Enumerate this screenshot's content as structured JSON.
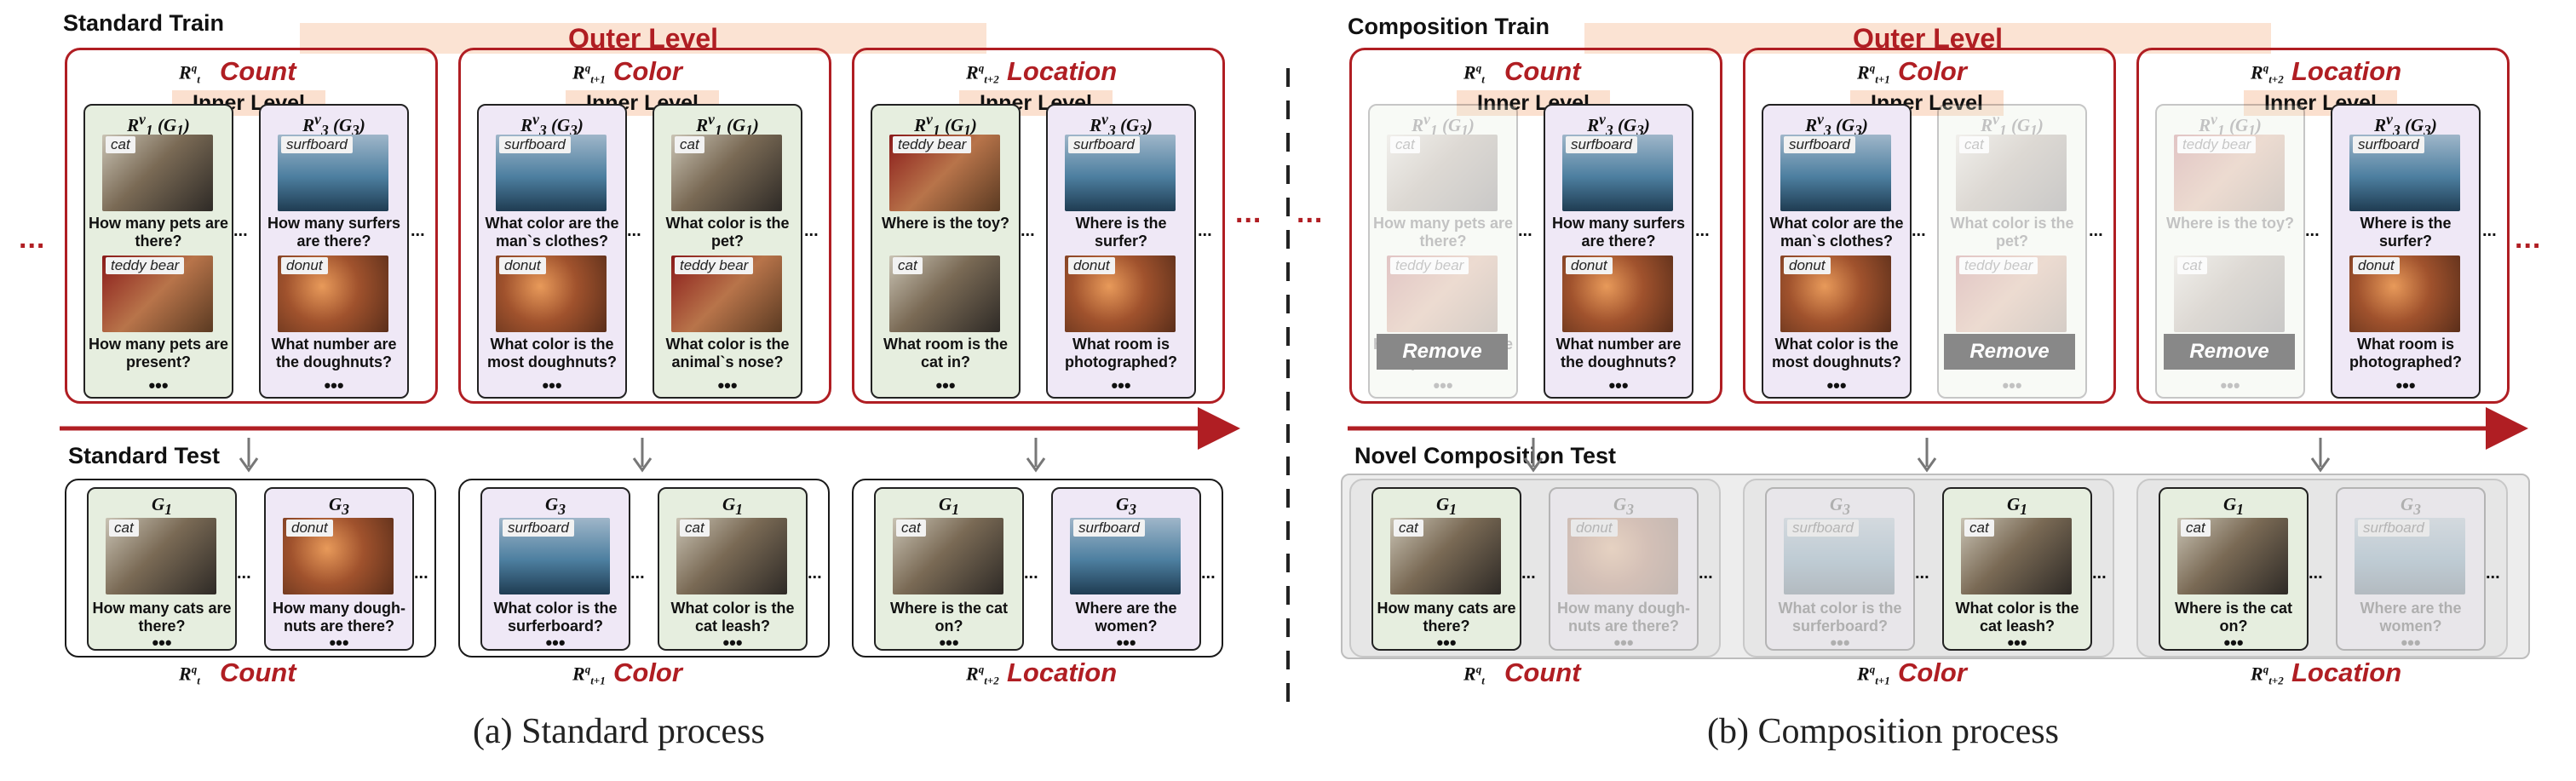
{
  "panels": {
    "a": {
      "train_title": "Standard Train",
      "test_title": "Standard Test",
      "outer_label": "Outer Level",
      "caption": "(a) Standard process"
    },
    "b": {
      "train_title": "Composition Train",
      "test_title": "Novel Composition Test",
      "outer_label": "Outer Level",
      "caption": "(b) Composition process"
    }
  },
  "inner_label": "Inner Level",
  "remove_label": "Remove",
  "ellipsis": "...",
  "more": "•••",
  "tasks": [
    {
      "name": "Count",
      "sub": "t"
    },
    {
      "name": "Color",
      "sub": "t+1"
    },
    {
      "name": "Location",
      "sub": "t+2"
    }
  ],
  "train_cards": [
    {
      "left": {
        "head": "R",
        "sup": "v",
        "sub": "1",
        "group": "G",
        "gsub": "1",
        "tag1": "cat",
        "q1": "How many pets are there?",
        "tag2": "teddy bear",
        "q2": "How many pets are present?"
      },
      "right": {
        "head": "R",
        "sup": "v",
        "sub": "3",
        "group": "G",
        "gsub": "3",
        "tag1": "surfboard",
        "q1": "How many surfers are there?",
        "tag2": "donut",
        "q2": "What number are the doughnuts?"
      }
    },
    {
      "left": {
        "head": "R",
        "sup": "v",
        "sub": "3",
        "group": "G",
        "gsub": "3",
        "tag1": "surfboard",
        "q1": "What color are the man`s clothes?",
        "tag2": "donut",
        "q2": "What color is the most doughnuts?"
      },
      "right": {
        "head": "R",
        "sup": "v",
        "sub": "1",
        "group": "G",
        "gsub": "1",
        "tag1": "cat",
        "q1": "What color is the pet?",
        "tag2": "teddy bear",
        "q2": "What color is the animal`s nose?"
      }
    },
    {
      "left": {
        "head": "R",
        "sup": "v",
        "sub": "1",
        "group": "G",
        "gsub": "1",
        "tag1": "teddy bear",
        "q1": "Where is the toy?",
        "tag2": "cat",
        "q2": "What room is the cat in?"
      },
      "right": {
        "head": "R",
        "sup": "v",
        "sub": "3",
        "group": "G",
        "gsub": "3",
        "tag1": "surfboard",
        "q1": "Where is the surfer?",
        "tag2": "donut",
        "q2": "What room is photographed?"
      }
    }
  ],
  "test_cards": [
    {
      "left": {
        "group": "G",
        "gsub": "1",
        "tag": "cat",
        "q": "How many cats are there?"
      },
      "right": {
        "group": "G",
        "gsub": "3",
        "tag": "donut",
        "q": "How many dough-nuts are there?"
      }
    },
    {
      "left": {
        "group": "G",
        "gsub": "3",
        "tag": "surfboard",
        "q": "What color is the surferboard?"
      },
      "right": {
        "group": "G",
        "gsub": "1",
        "tag": "cat",
        "q": "What color is the cat leash?"
      }
    },
    {
      "left": {
        "group": "G",
        "gsub": "1",
        "tag": "cat",
        "q": "Where is the cat on?"
      },
      "right": {
        "group": "G",
        "gsub": "3",
        "tag": "surfboard",
        "q": "Where are the women?"
      }
    }
  ],
  "colors": {
    "red": "#b01e23",
    "green_card": "#e6eedf",
    "purple_card": "#efe8f6",
    "band": "#fbe3d3"
  }
}
